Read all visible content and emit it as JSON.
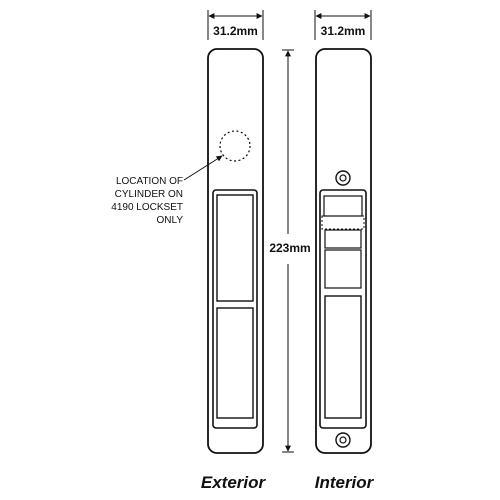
{
  "dimensions": {
    "exterior_width": "31.2mm",
    "interior_width": "31.2mm",
    "height": "223mm"
  },
  "cylinder_note": {
    "lines": [
      "LOCATION OF",
      "CYLINDER ON",
      "4190 LOCKSET",
      "ONLY"
    ]
  },
  "captions": {
    "exterior": "Exterior",
    "interior": "Interior"
  },
  "colors": {
    "line": "#111111",
    "background": "#ffffff"
  }
}
